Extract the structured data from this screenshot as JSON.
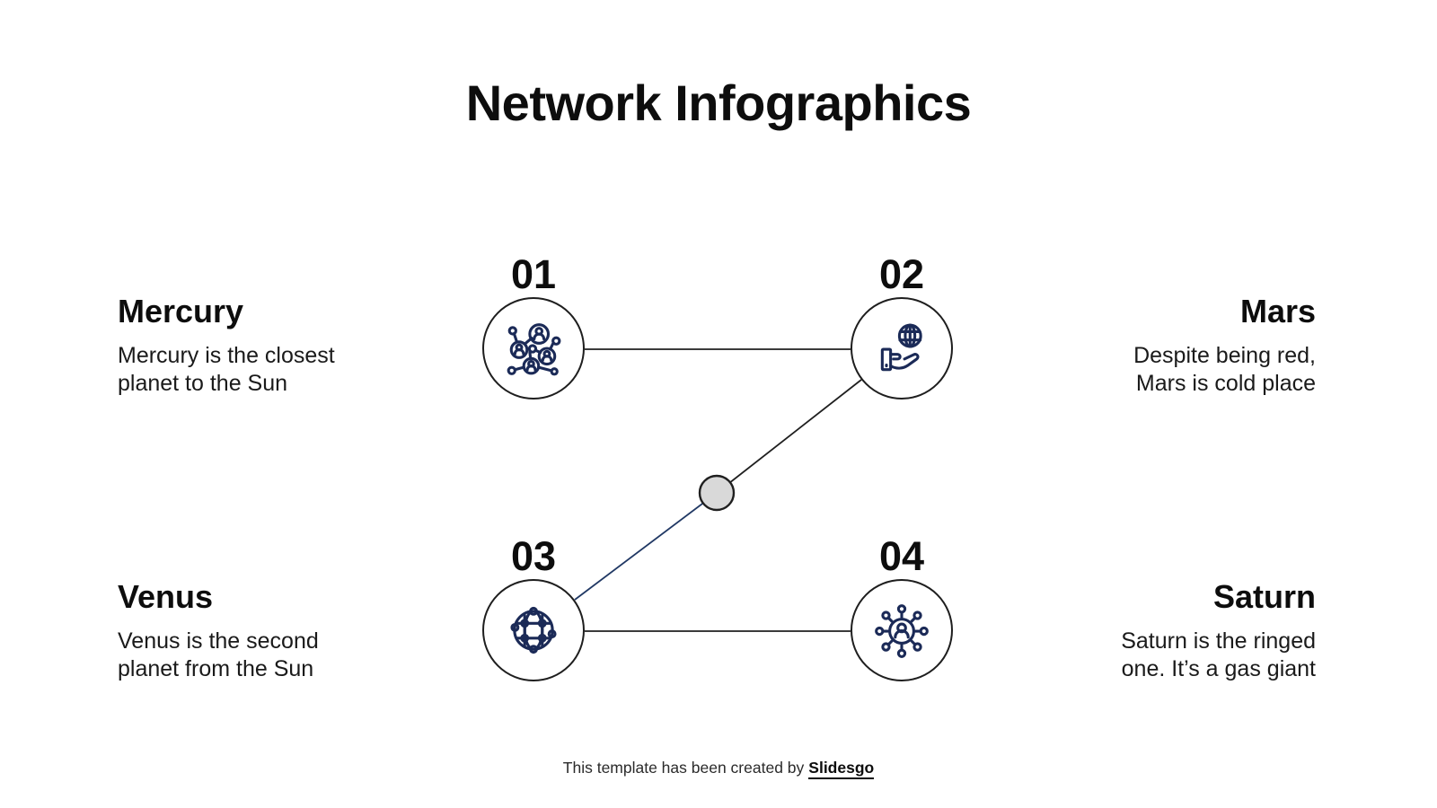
{
  "slide": {
    "title": "Network Infographics"
  },
  "colors": {
    "icon_navy": "#1b2a57",
    "line_black": "#1f1f1f",
    "line_navy": "#203864",
    "gray_fill": "#d9d9d9",
    "text": "#0d0d0d"
  },
  "nodes": [
    {
      "number": "01",
      "icon": "people-network-icon"
    },
    {
      "number": "02",
      "icon": "hand-holding-globe-icon"
    },
    {
      "number": "03",
      "icon": "globe-network-icon"
    },
    {
      "number": "04",
      "icon": "person-hub-icon"
    }
  ],
  "items": [
    {
      "title": "Mercury",
      "description": "Mercury is the closest\nplanet to the Sun"
    },
    {
      "title": "Mars",
      "description": "Despite being red,\nMars is cold place"
    },
    {
      "title": "Venus",
      "description": "Venus is the second\nplanet from the Sun"
    },
    {
      "title": "Saturn",
      "description": "Saturn is the ringed\none. It’s a gas giant"
    }
  ],
  "footer": {
    "text": "This template has been created by",
    "brand": "Slidesgo"
  }
}
